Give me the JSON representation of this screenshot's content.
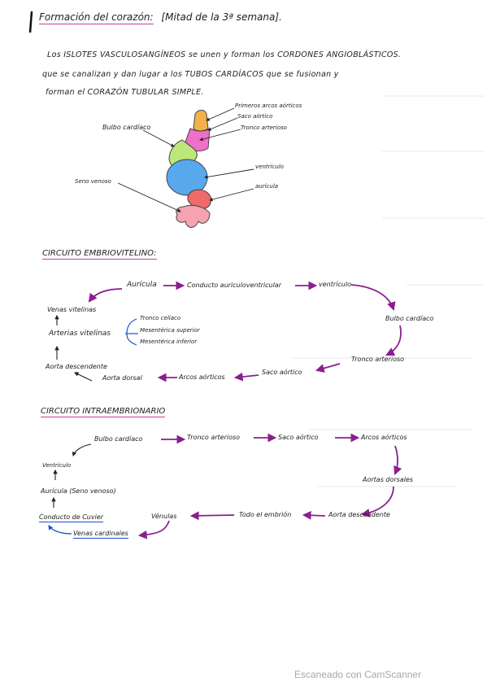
{
  "title": {
    "text": "Formación del corazón:",
    "bracket": "[Mitad de la 3ª semana]."
  },
  "intro": {
    "line1": "Los  ISLOTES VASCULOSANGÍNEOS se unen y forman los CORDONES ANGIOBLÁSTICOS.",
    "line2": "que se canalizan y dan lugar a los TUBOS CARDÍACOS que se fusionan y",
    "line3": "forman el CORAZÓN TUBULAR SIMPLE."
  },
  "diagram": {
    "labels": {
      "arcos": "Primeros arcos aórticos",
      "saco": "Saco aórtico",
      "tronco": "Tronco arterioso",
      "bulbo": "Bulbo cardíaco",
      "ventriculo": "ventrículo",
      "auricula": "aurícula",
      "seno": "Seno venoso"
    },
    "colors": {
      "segment_top": "#f3b14a",
      "segment_pink": "#ef6fc9",
      "segment_green": "#bce87a",
      "segment_blue": "#58a8ee",
      "segment_red": "#f06a6a",
      "segment_base": "#f6a2b0"
    }
  },
  "circuit1": {
    "heading": "CIRCUITO EMBRIOVITELINO:",
    "nodes": {
      "auricula": "Aurícula",
      "conducto": "Conducto auriculoventricular",
      "ventriculo": "ventrículo",
      "bulbo": "Bulbo cardíaco",
      "tronco": "Tronco arterioso",
      "saco": "Saco aórtico",
      "arcos": "Arcos aórticos",
      "aorta_dorsal": "Aorta dorsal",
      "aorta_desc": "Aorta descendente",
      "arterias": "Arterias vitelinas",
      "venas": "Venas vitelinas"
    },
    "branches": [
      "Tronco celíaco",
      "Mesentérica superior",
      "Mesentérica inferior"
    ]
  },
  "circuit2": {
    "heading": "CIRCUITO INTRAEMBRIONARIO",
    "nodes": {
      "bulbo": "Bulbo cardíaco",
      "tronco": "Tronco arterioso",
      "saco": "Saco aórtico",
      "arcos": "Arcos aórticos",
      "aortas_dorsales": "Aortas dorsales",
      "aorta_desc": "Aorta descendente",
      "todo": "Todo el embrión",
      "venulas": "Vénulas",
      "venas_cardinales": "Venas cardinales",
      "conducto_cuvier": "Conducto de Cuvier",
      "auricula": "Aurícula (Seno venoso)",
      "ventriculo": "Ventrículo"
    }
  },
  "accent_colors": {
    "arrow_purple": "#8b1e8f",
    "underline_pink": "#d23aa0",
    "blue": "#1d4fd1"
  },
  "watermark": "Escaneado con CamScanner"
}
